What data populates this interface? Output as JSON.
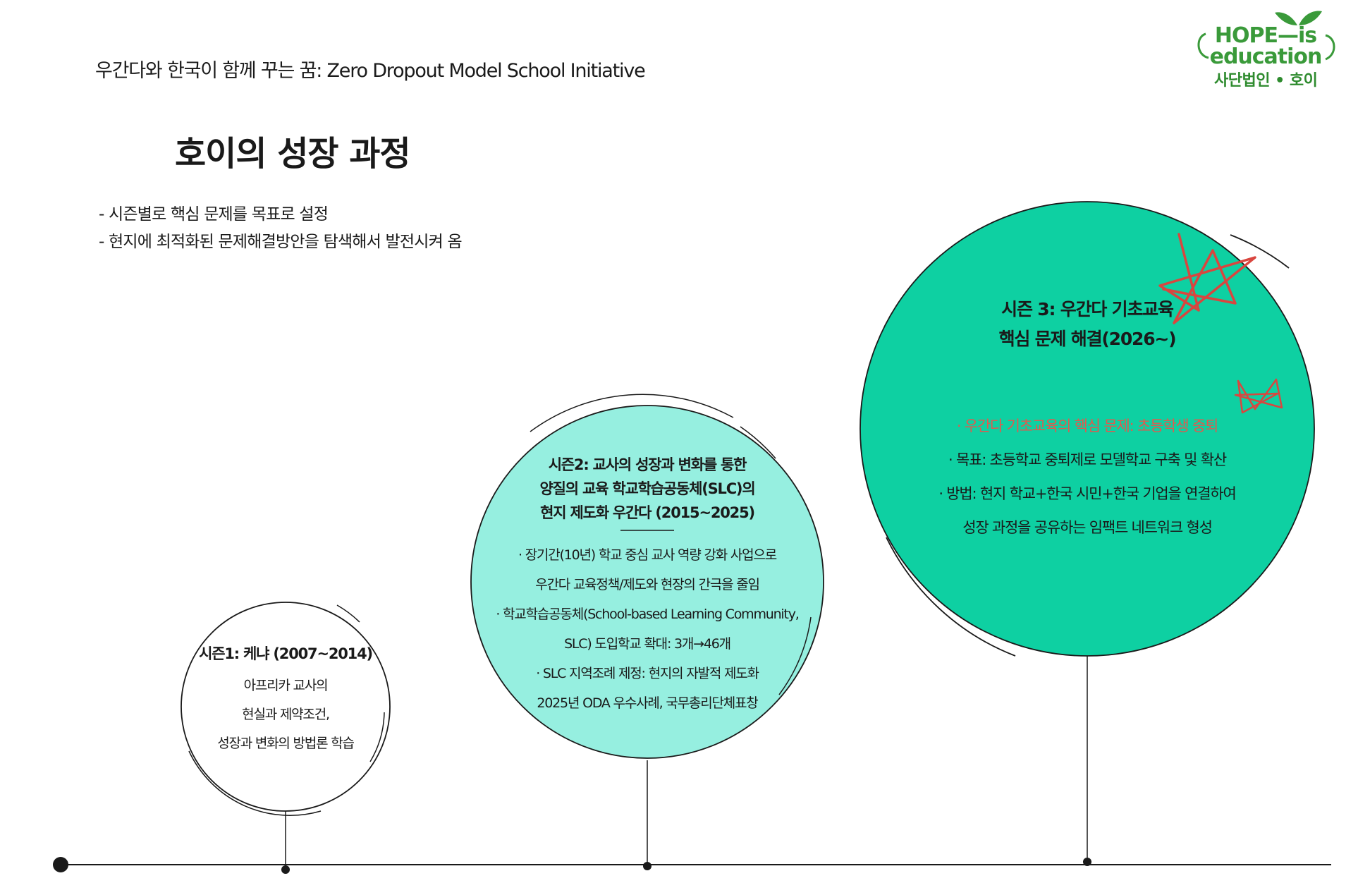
{
  "header": {
    "title": "우간다와 한국이 함께 꾸는 꿈: Zero Dropout Model School Initiative"
  },
  "logo": {
    "text_top": "HOPE—is",
    "text_bottom": "education",
    "subtitle": "사단법인 • 호이",
    "color": "#3a9a3a"
  },
  "page": {
    "title": "호이의 성장 과정",
    "bullets": [
      "- 시즌별로 핵심 문제를 목표로 설정",
      "- 현지에 최적화된 문제해결방안을 탐색해서 발전시켜 옴"
    ]
  },
  "seasons": [
    {
      "title_lines": [
        "시즌1: 케냐 (2007~2014)"
      ],
      "body_lines": [
        "아프리카 교사의",
        "현실과 제약조건,",
        "성장과 변화의 방법론 학습"
      ],
      "fill": "#ffffff"
    },
    {
      "title_lines": [
        "시즌2: 교사의 성장과 변화를 통한",
        "양질의 교육 학교학습공동체(SLC)의",
        "현지 제도화 우간다 (2015~2025)"
      ],
      "body_lines": [
        "· 장기간(10년) 학교 중심 교사 역량 강화 사업으로",
        "우간다 교육정책/제도와 현장의 간극을 줄임",
        "· 학교학습공동체(School-based Learning Community,",
        "SLC) 도입학교 확대: 3개→46개",
        "· SLC 지역조례 제정: 현지의 자발적 제도화",
        "2025년 ODA 우수사례, 국무총리단체표창"
      ],
      "fill": "#96efe0"
    },
    {
      "title_lines": [
        "시즌 3: 우간다 기초교육",
        "핵심 문제 해결(2026~)"
      ],
      "highlight_line": "· 우간다 기초교육의 핵심 문제: 초등학생 중퇴",
      "body_lines": [
        "· 목표: 초등학교 중퇴제로 모델학교 구축 및 확산",
        "· 방법: 현지 학교+한국 시민+한국 기업을 연결하여",
        "성장 과정을 공유하는 임팩트 네트워크 형성"
      ],
      "fill": "#0ed0a2",
      "highlight_color": "#e05a4e"
    }
  ],
  "colors": {
    "star": "#d9463f",
    "line": "#1a1a1a"
  }
}
